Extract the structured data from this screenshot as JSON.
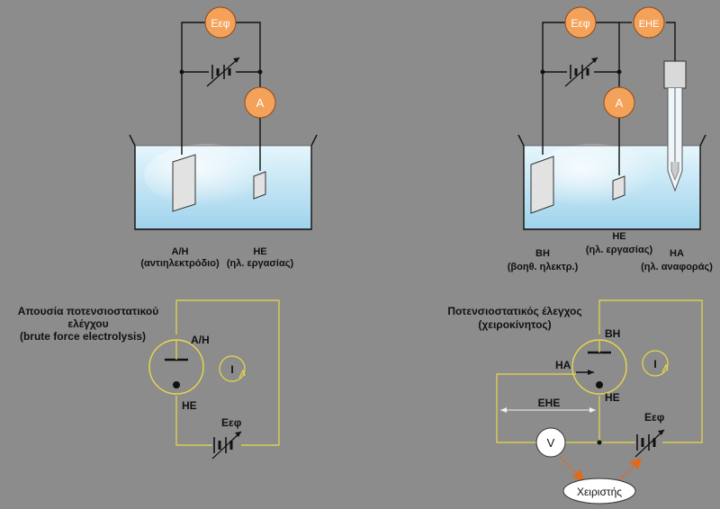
{
  "meters": {
    "e_ef": "Εεφ",
    "ammeter": "A",
    "e_he": "ΕΗΕ",
    "voltmeter": "V",
    "current": "I"
  },
  "left_cell": {
    "counter_label": "Α/Η",
    "counter_sub": "(αντιηλεκτρόδιο)",
    "working_label": "ΗΕ",
    "working_sub": "(ηλ. εργασίας)"
  },
  "right_cell": {
    "working_label": "ΗΕ",
    "working_sub": "(ηλ. εργασίας)",
    "aux_label": "ΒΗ",
    "aux_sub": "(βοηθ. ηλεκτρ.)",
    "ref_label": "ΗΑ",
    "ref_sub": "(ηλ. αναφοράς)"
  },
  "left_circuit": {
    "title_line1": "Απουσία ποτενσιοστατικού",
    "title_line2": "ελέγχου",
    "title_line3": "(brute force electrolysis)",
    "top_label": "Α/Η",
    "bottom_label": "ΗΕ",
    "source_label": "Εεφ"
  },
  "right_circuit": {
    "title_line1": "Ποτενσιοστατικός έλεγχος",
    "title_line2": "(χειροκίνητος)",
    "top_label": "ΒΗ",
    "ref_label": "ΗΑ",
    "bottom_label": "ΗΕ",
    "ehe_label": "ΕΗΕ",
    "source_label": "Εεφ",
    "operator": "Χειριστής"
  },
  "colors": {
    "background": "#8c8c8c",
    "meter_fill": "#f4a15a",
    "electrolyte": "#bfe4f6",
    "wire_yellow": "#e8d84a"
  }
}
